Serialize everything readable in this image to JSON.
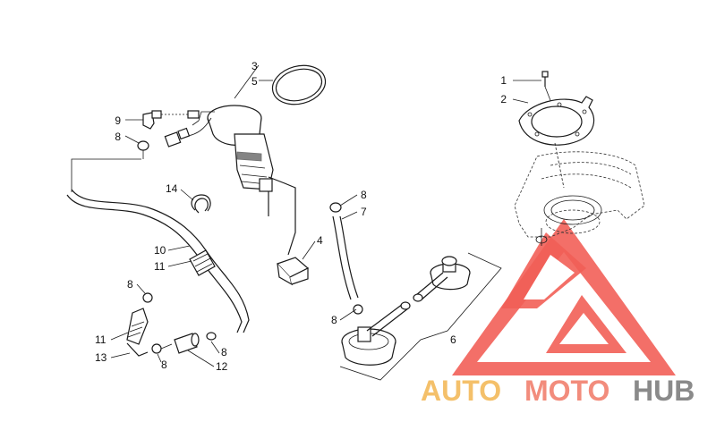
{
  "callouts": [
    {
      "id": "c1",
      "text": "1"
    },
    {
      "id": "c2",
      "text": "2"
    },
    {
      "id": "c3",
      "text": "3"
    },
    {
      "id": "c5",
      "text": "5"
    },
    {
      "id": "c9",
      "text": "9"
    },
    {
      "id": "c8a",
      "text": "8"
    },
    {
      "id": "c14",
      "text": "14"
    },
    {
      "id": "c10",
      "text": "10"
    },
    {
      "id": "c11a",
      "text": "11"
    },
    {
      "id": "c8b",
      "text": "8"
    },
    {
      "id": "c7",
      "text": "7"
    },
    {
      "id": "c4",
      "text": "4"
    },
    {
      "id": "c8c",
      "text": "8"
    },
    {
      "id": "c11b",
      "text": "11"
    },
    {
      "id": "c13",
      "text": "13"
    },
    {
      "id": "c8d",
      "text": "8"
    },
    {
      "id": "c8e",
      "text": "8"
    },
    {
      "id": "c12",
      "text": "12"
    },
    {
      "id": "c8f",
      "text": "8"
    },
    {
      "id": "c6",
      "text": "6"
    }
  ],
  "watermark": {
    "part1": "AUTO",
    "part2": "MOTO",
    "part3": "HUB",
    "color1": "#f4c06a",
    "color2": "#f28c7c",
    "color3": "#8a8a8a",
    "logo_color": "#f0443a"
  }
}
